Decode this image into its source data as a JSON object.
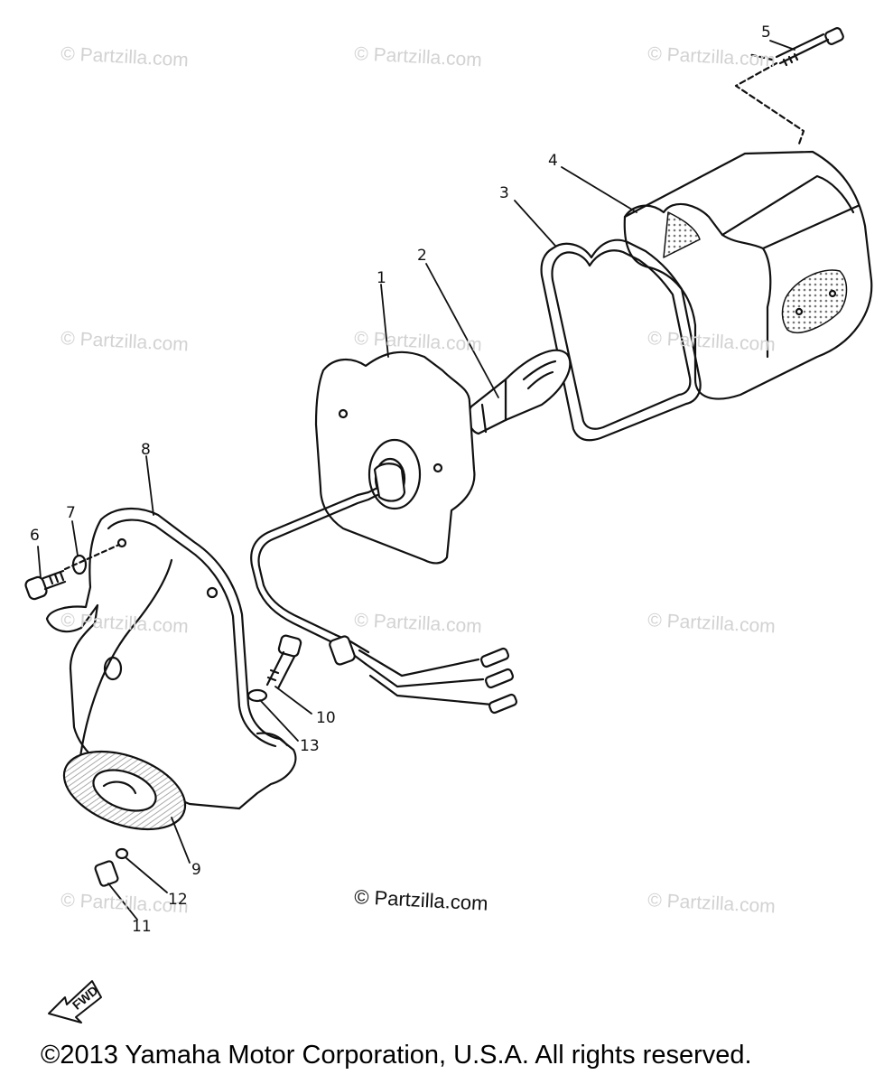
{
  "watermark": "© Partzilla.com",
  "watermark_main": "© Partzilla.com",
  "copyright": "©2013 Yamaha Motor Corporation, U.S.A. All rights reserved.",
  "fwd_label": "FWD",
  "callouts": {
    "c1": "1",
    "c2": "2",
    "c3": "3",
    "c4": "4",
    "c5": "5",
    "c6": "6",
    "c7": "7",
    "c8": "8",
    "c9": "9",
    "c10": "10",
    "c11": "11",
    "c12": "12",
    "c13": "13"
  },
  "colors": {
    "line": "#111111",
    "watermark": "#d2d2d2",
    "hatch": "#bbbbbb"
  }
}
